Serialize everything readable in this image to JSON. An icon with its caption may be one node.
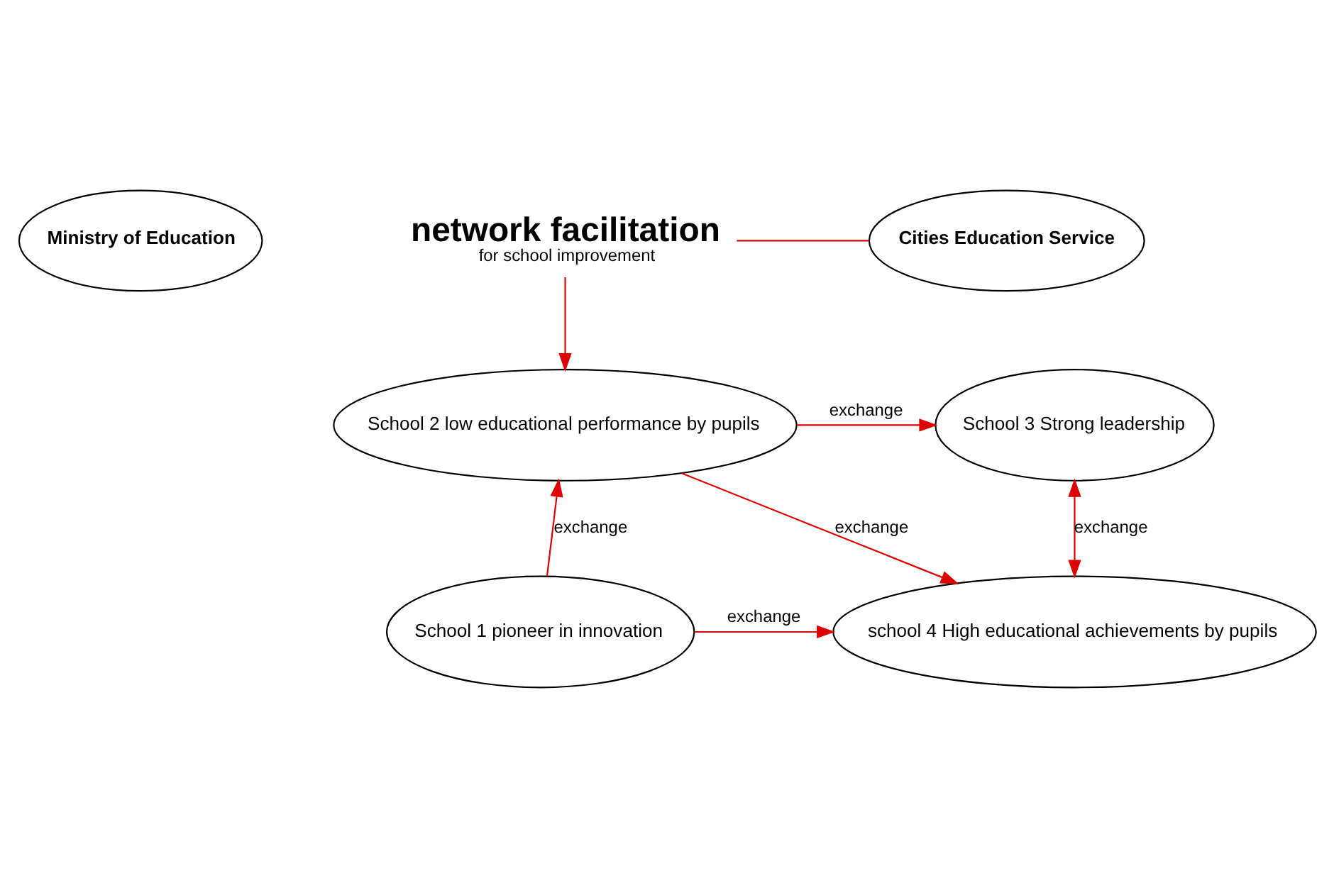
{
  "diagram": {
    "nodes": [
      {
        "text": [
          "Ministry of Education"
        ]
      },
      {
        "text": [
          "network facilitation",
          "for school improvement"
        ]
      },
      {
        "text": [
          "Cities Education Service"
        ]
      },
      {
        "text": [
          "School 1 pioneer in innovation"
        ]
      },
      {
        "text": [
          "school 4 High educational achievements by pupils"
        ]
      },
      {
        "text": [
          "School 2 low educational performance by pupils"
        ]
      },
      {
        "text": [
          "School 3 Strong leadership"
        ]
      }
    ],
    "edges": [
      {
        "from": 1,
        "to": 2,
        "arrow": "none"
      },
      {
        "from": 1,
        "to": 5,
        "arrow": "to"
      },
      {
        "from": 3,
        "to": 5,
        "arrow": "to",
        "label": "exchange"
      },
      {
        "from": 3,
        "to": 4,
        "arrow": "to",
        "label": "exchange"
      },
      {
        "from": 5,
        "to": 6,
        "arrow": "to",
        "label": "exchange"
      },
      {
        "from": 5,
        "to": 4,
        "arrow": "to",
        "label": "exchange"
      },
      {
        "from": 4,
        "to": 6,
        "arrow": "both",
        "label": "exchange"
      }
    ]
  }
}
